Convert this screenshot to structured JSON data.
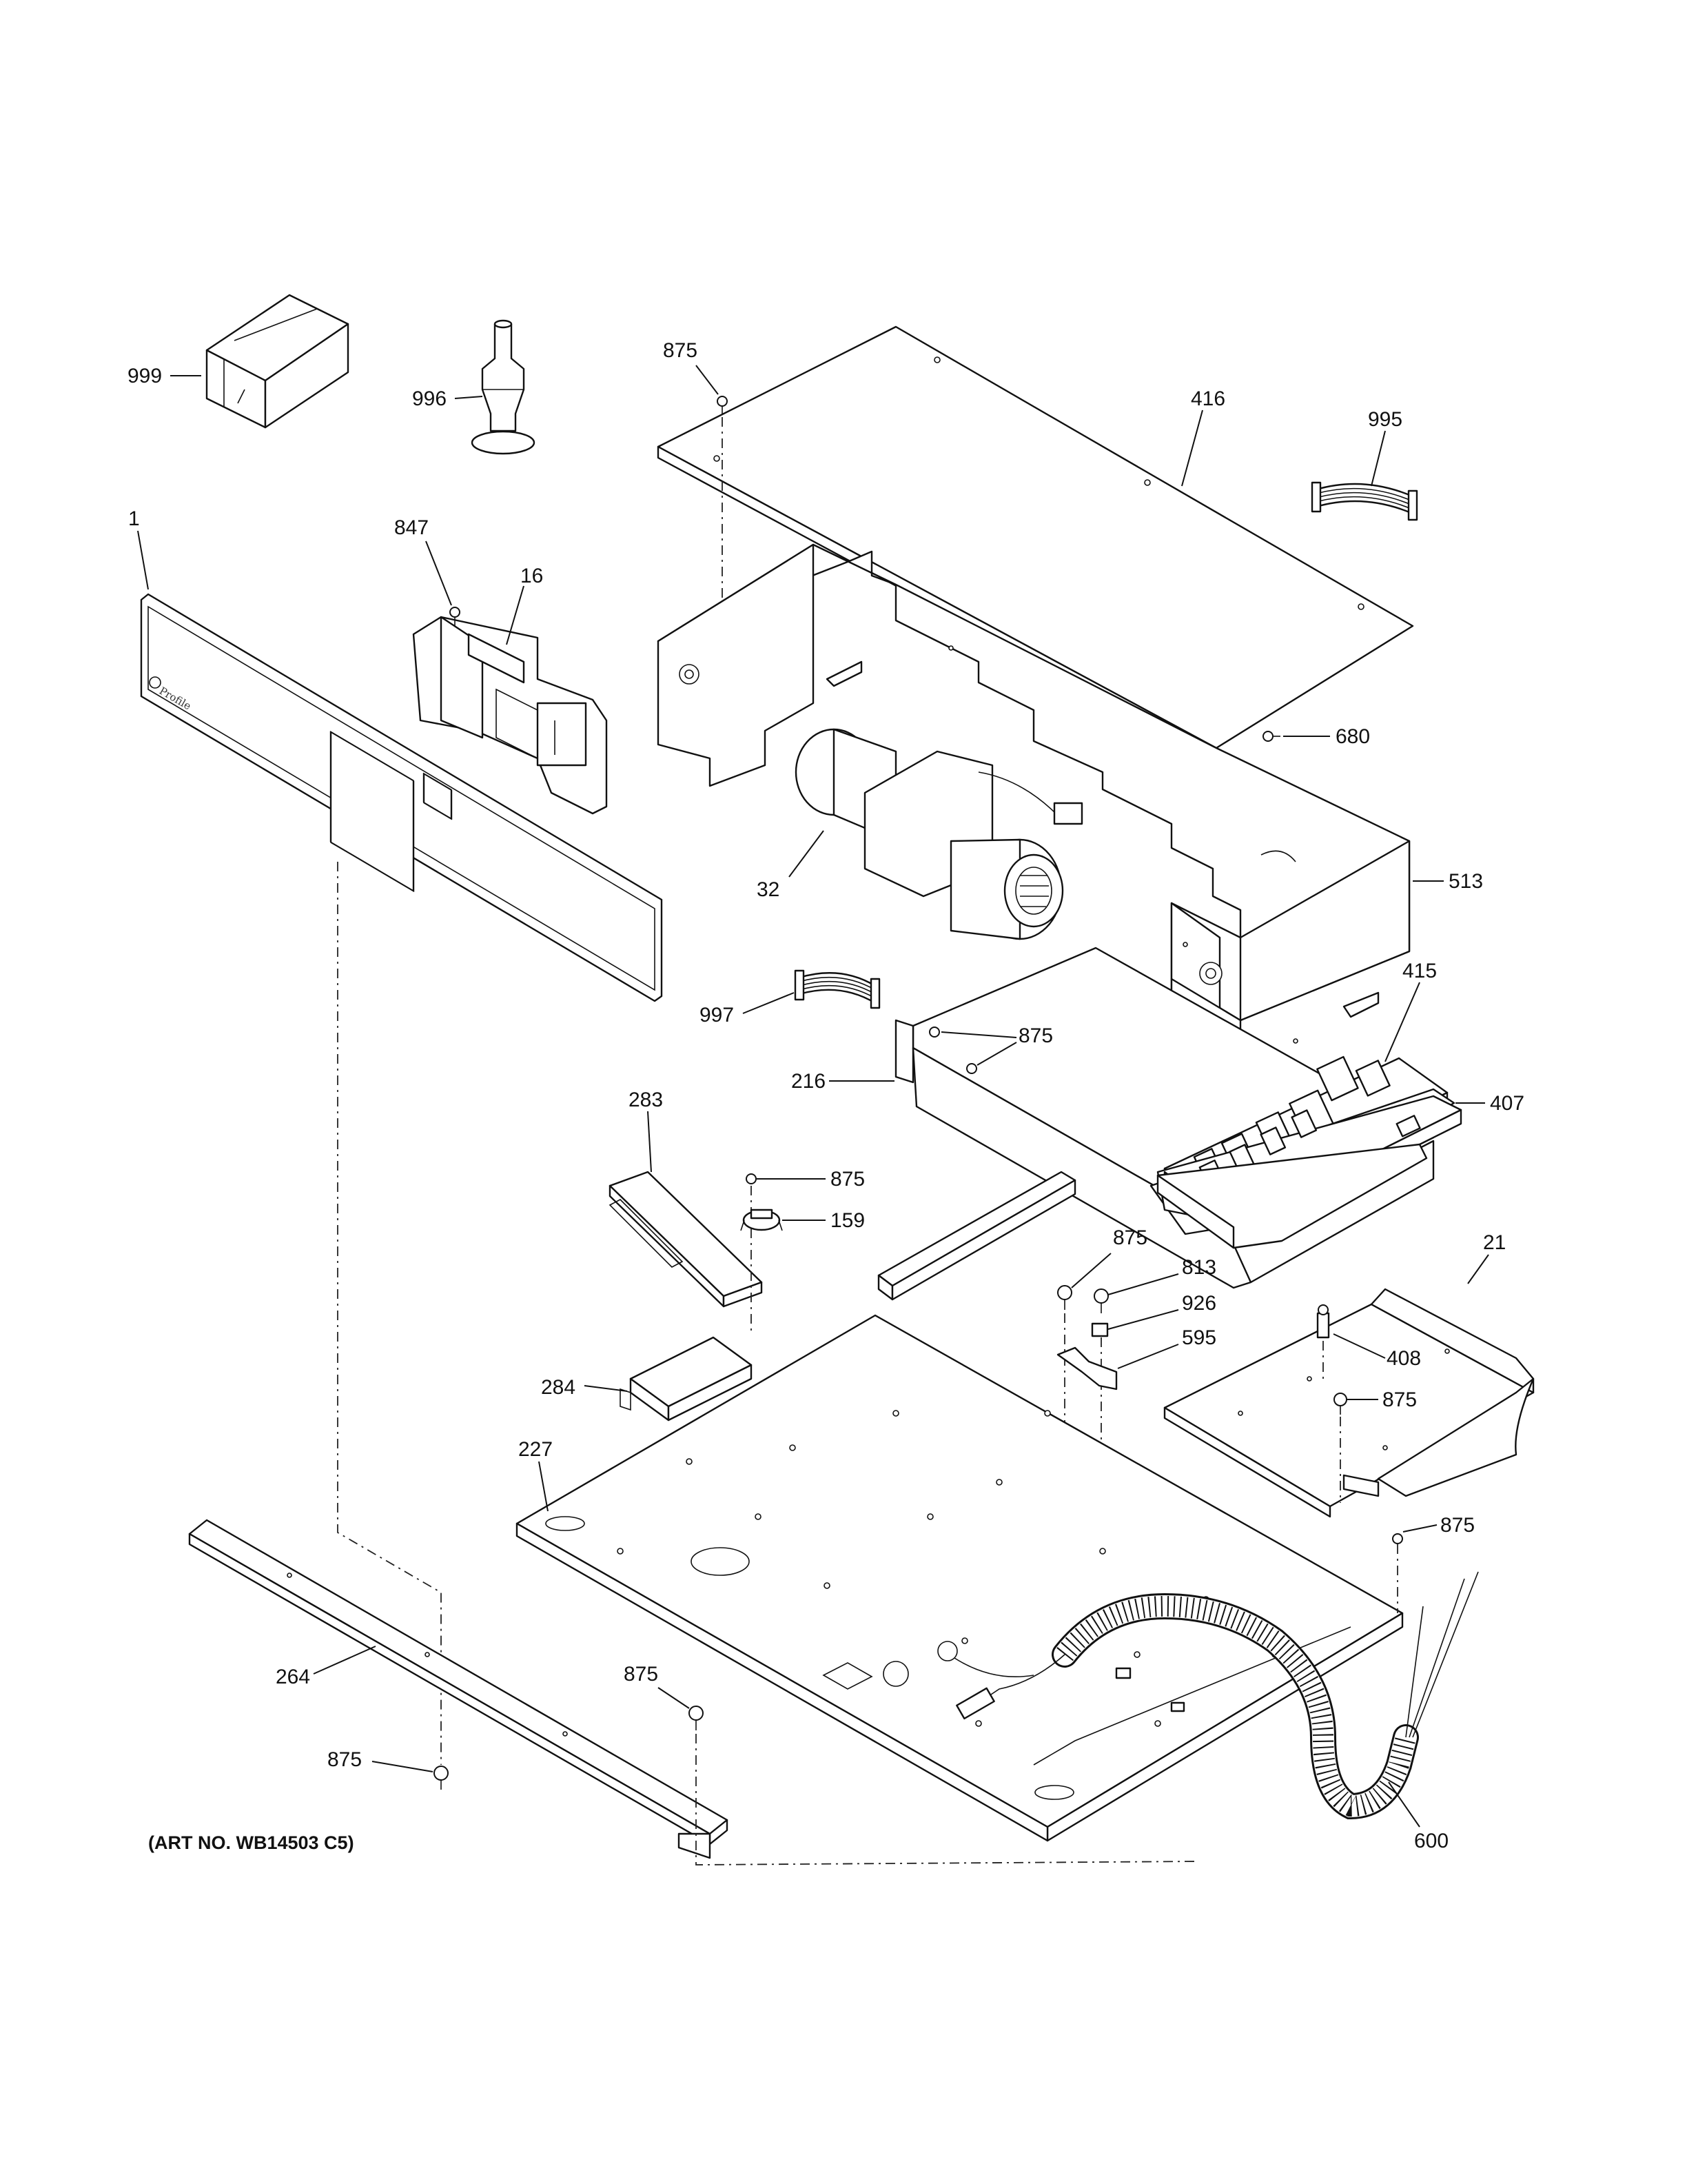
{
  "diagram": {
    "art_number": "(ART NO. WB14503 C5)",
    "callouts": {
      "c999": "999",
      "c996": "996",
      "c875_top": "875",
      "c416": "416",
      "c995": "995",
      "c1": "1",
      "c847": "847",
      "c16": "16",
      "c680": "680",
      "c32": "32",
      "c513": "513",
      "c997": "997",
      "c415": "415",
      "c875_216": "875",
      "c216": "216",
      "c407": "407",
      "c283": "283",
      "c875_159": "875",
      "c159": "159",
      "c875_813": "875",
      "c813": "813",
      "c926": "926",
      "c21": "21",
      "c595": "595",
      "c408": "408",
      "c284": "284",
      "c875_21": "875",
      "c227": "227",
      "c875_right": "875",
      "c264": "264",
      "c875_bottom": "875",
      "c875_left": "875",
      "c600": "600"
    },
    "panel_logo": "Profile"
  }
}
